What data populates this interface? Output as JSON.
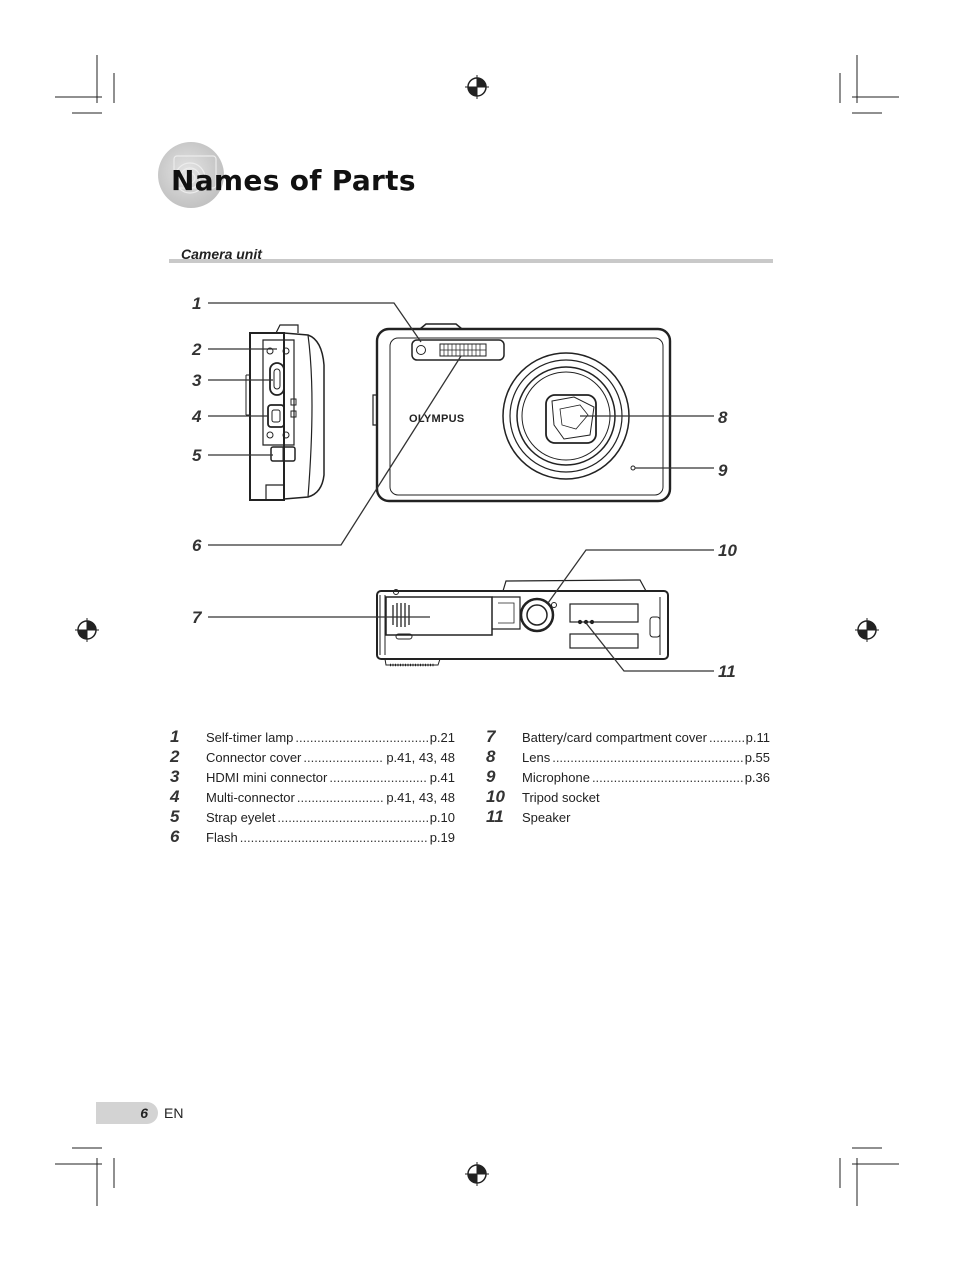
{
  "page": {
    "title": "Names of Parts",
    "section": "Camera unit",
    "page_number": "6",
    "language": "EN"
  },
  "diagram": {
    "brand": "OLYMPUS",
    "callouts": [
      "1",
      "2",
      "3",
      "4",
      "5",
      "6",
      "7",
      "8",
      "9",
      "10",
      "11"
    ]
  },
  "parts": {
    "left": [
      {
        "num": "1",
        "label": "Self-timer lamp",
        "page": "p.21"
      },
      {
        "num": "2",
        "label": "Connector cover",
        "page": "p.41, 43, 48"
      },
      {
        "num": "3",
        "label": "HDMI mini connector",
        "page": "p.41"
      },
      {
        "num": "4",
        "label": "Multi-connector",
        "page": "p.41, 43, 48"
      },
      {
        "num": "5",
        "label": "Strap eyelet",
        "page": "p.10"
      },
      {
        "num": "6",
        "label": "Flash",
        "page": "p.19"
      }
    ],
    "right": [
      {
        "num": "7",
        "label": "Battery/card compartment cover",
        "page": "p.11"
      },
      {
        "num": "8",
        "label": "Lens",
        "page": "p.55"
      },
      {
        "num": "9",
        "label": "Microphone",
        "page": "p.36"
      },
      {
        "num": "10",
        "label": "Tripod socket",
        "page": ""
      },
      {
        "num": "11",
        "label": "Speaker",
        "page": ""
      }
    ]
  }
}
